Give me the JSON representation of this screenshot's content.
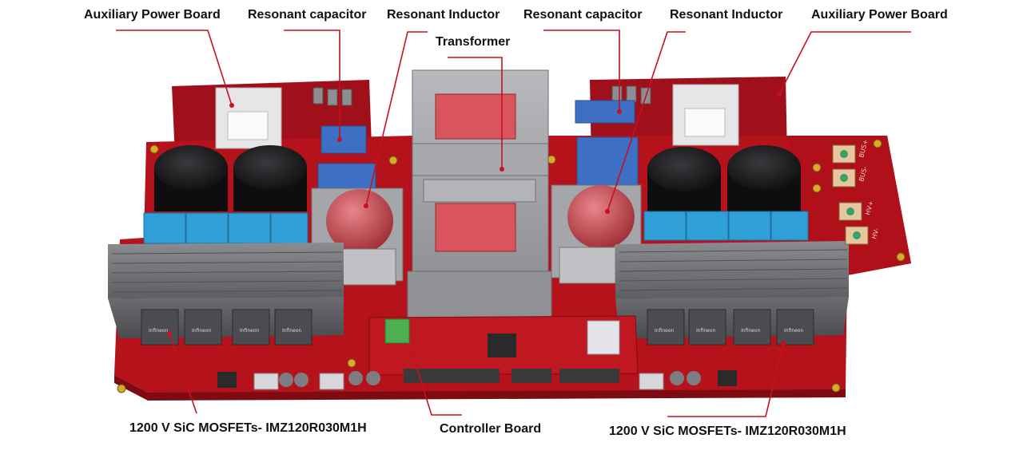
{
  "labels": {
    "aux_power_left": "Auxiliary Power Board",
    "resonant_capacitor_left": "Resonant capacitor",
    "resonant_inductor_left": "Resonant Inductor",
    "resonant_capacitor_right": "Resonant capacitor",
    "resonant_inductor_right": "Resonant Inductor",
    "aux_power_right": "Auxiliary Power Board",
    "transformer": "Transformer",
    "mosfets_left": "1200 V SiC MOSFETs- IMZ120R030M1H",
    "controller_board": "Controller Board",
    "mosfets_right": "1200 V SiC MOSFETs- IMZ120R030M1H"
  },
  "connector_labels": [
    "BUS+",
    "BUS-",
    "HV+",
    "HV-"
  ],
  "component_marking": "Infineon",
  "colors": {
    "pcb": "#b5121b",
    "pcb_dark": "#7e0b12",
    "leader_line": "#c8101e",
    "heatsink": "#6f7174",
    "film_capacitor": "#2f9fd8",
    "resonant_capacitor": "#3d6fc4",
    "electrolytic": "#1b1b1d",
    "transformer_core": "#9a9ca0",
    "winding": "#d9545c",
    "text": "#111111"
  }
}
